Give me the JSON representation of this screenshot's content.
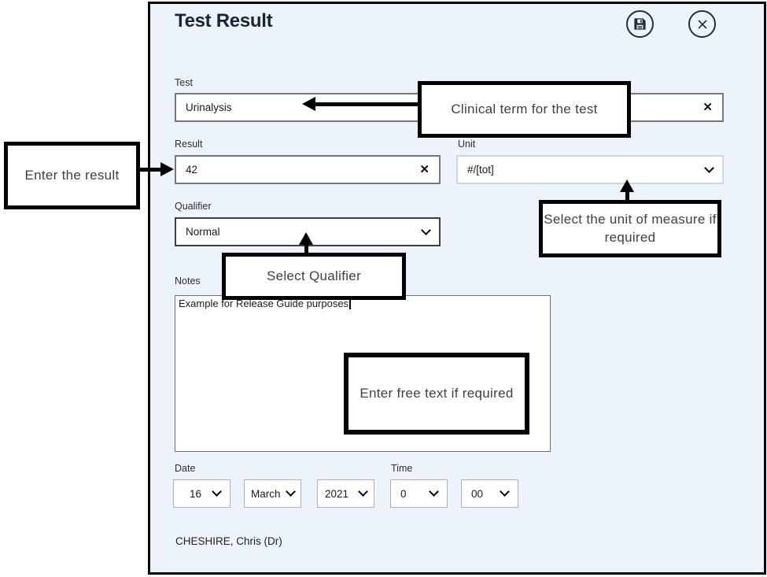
{
  "window": {
    "title": "Test Result"
  },
  "form": {
    "test": {
      "label": "Test",
      "value": "Urinalysis"
    },
    "result": {
      "label": "Result",
      "value": "42"
    },
    "unit": {
      "label": "Unit",
      "value": "#/[tot]"
    },
    "qualifier": {
      "label": "Qualifier",
      "value": "Normal"
    },
    "notes": {
      "label": "Notes",
      "value": "Example for Release Guide purposes"
    },
    "date": {
      "label": "Date",
      "day": "16",
      "month": "March",
      "year": "2021"
    },
    "time": {
      "label": "Time",
      "hour": "0",
      "minute": "00"
    },
    "clinician": "CHESHIRE, Chris (Dr)"
  },
  "callouts": {
    "test": "Clinical term for the test",
    "result": "Enter the result",
    "unit": "Select the unit of measure if required",
    "qualifier": "Select Qualifier",
    "notes": "Enter free text if required"
  },
  "glyphs": {
    "clear": "✕"
  },
  "colors": {
    "dialog_background": "#edf3fb",
    "title_text": "#1b2537",
    "icon_stroke": "#232c3e",
    "field_border_dark": "#787878",
    "field_border_light": "#cdd6e0",
    "callout_border": "#000000"
  }
}
